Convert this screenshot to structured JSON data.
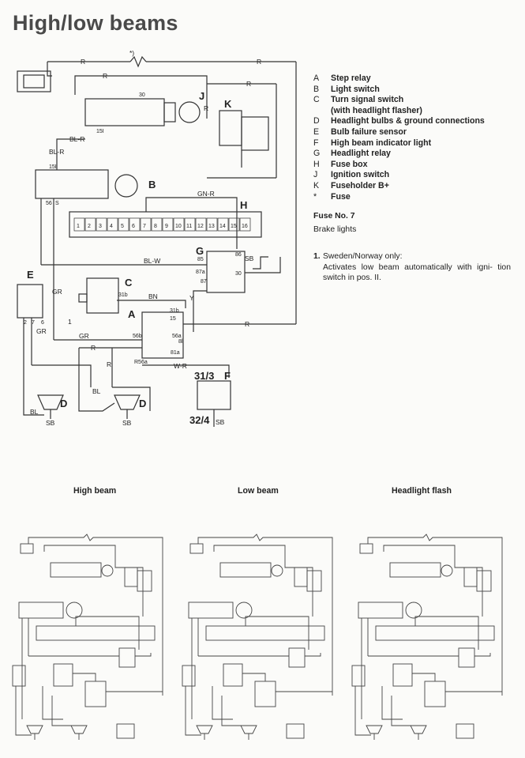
{
  "title": "High/low beams",
  "legend": [
    {
      "key": "A",
      "text": "Step relay"
    },
    {
      "key": "B",
      "text": "Light switch"
    },
    {
      "key": "C",
      "text": "Turn signal switch"
    },
    {
      "key": "",
      "text": "(with headlight flasher)"
    },
    {
      "key": "D",
      "text": "Headlight bulbs & ground connections"
    },
    {
      "key": "E",
      "text": "Bulb failure sensor"
    },
    {
      "key": "F",
      "text": "High beam indicator light"
    },
    {
      "key": "G",
      "text": "Headlight relay"
    },
    {
      "key": "H",
      "text": "Fuse box"
    },
    {
      "key": "J",
      "text": "Ignition switch"
    },
    {
      "key": "K",
      "text": "Fuseholder B+"
    },
    {
      "key": "*",
      "text": "Fuse"
    }
  ],
  "fuse": {
    "title": "Fuse No. 7",
    "subtitle": "Brake lights"
  },
  "note": {
    "number": "1.",
    "first": "Sweden/Norway only:",
    "rest": "Activates low beam automatically with igni- tion switch in pos. II."
  },
  "captions": {
    "high": "High beam",
    "low": "Low beam",
    "flash": "Headlight flash"
  },
  "diagram": {
    "wire_labels": {
      "r": "R",
      "star": "*)",
      "bl_r": "BL-R",
      "gn_r": "GN-R",
      "bl_w": "BL-W",
      "gr": "GR",
      "bn": "BN",
      "y": "Y",
      "bl": "BL",
      "w_r": "W-R",
      "sb": "SB",
      "one": "1"
    },
    "component_labels": {
      "a": "A",
      "b": "B",
      "c": "C",
      "d": "D",
      "e": "E",
      "f": "F",
      "g": "G",
      "h": "H",
      "j": "J",
      "k": "K"
    },
    "terminals": {
      "t30": "30",
      "t15i": "15I",
      "t15i_b": "15I",
      "t56": "56",
      "t5": "S",
      "t85": "85",
      "t86": "86",
      "t87": "87",
      "t87a": "87a",
      "t31b": "31b",
      "t15": "15",
      "t56b": "56b",
      "t56a": "56a",
      "tr56a": "R56a",
      "t56_s": "56",
      "t2": "2",
      "t7": "7",
      "t6": "6",
      "t81a": "81a",
      "t8l": "8l"
    },
    "fuse_numbers": [
      "1",
      "2",
      "3",
      "4",
      "5",
      "6",
      "7",
      "8",
      "9",
      "10",
      "11",
      "12",
      "13",
      "14",
      "15",
      "16"
    ],
    "indicator_labels": {
      "top": "31/3",
      "bottom": "32/4"
    }
  }
}
